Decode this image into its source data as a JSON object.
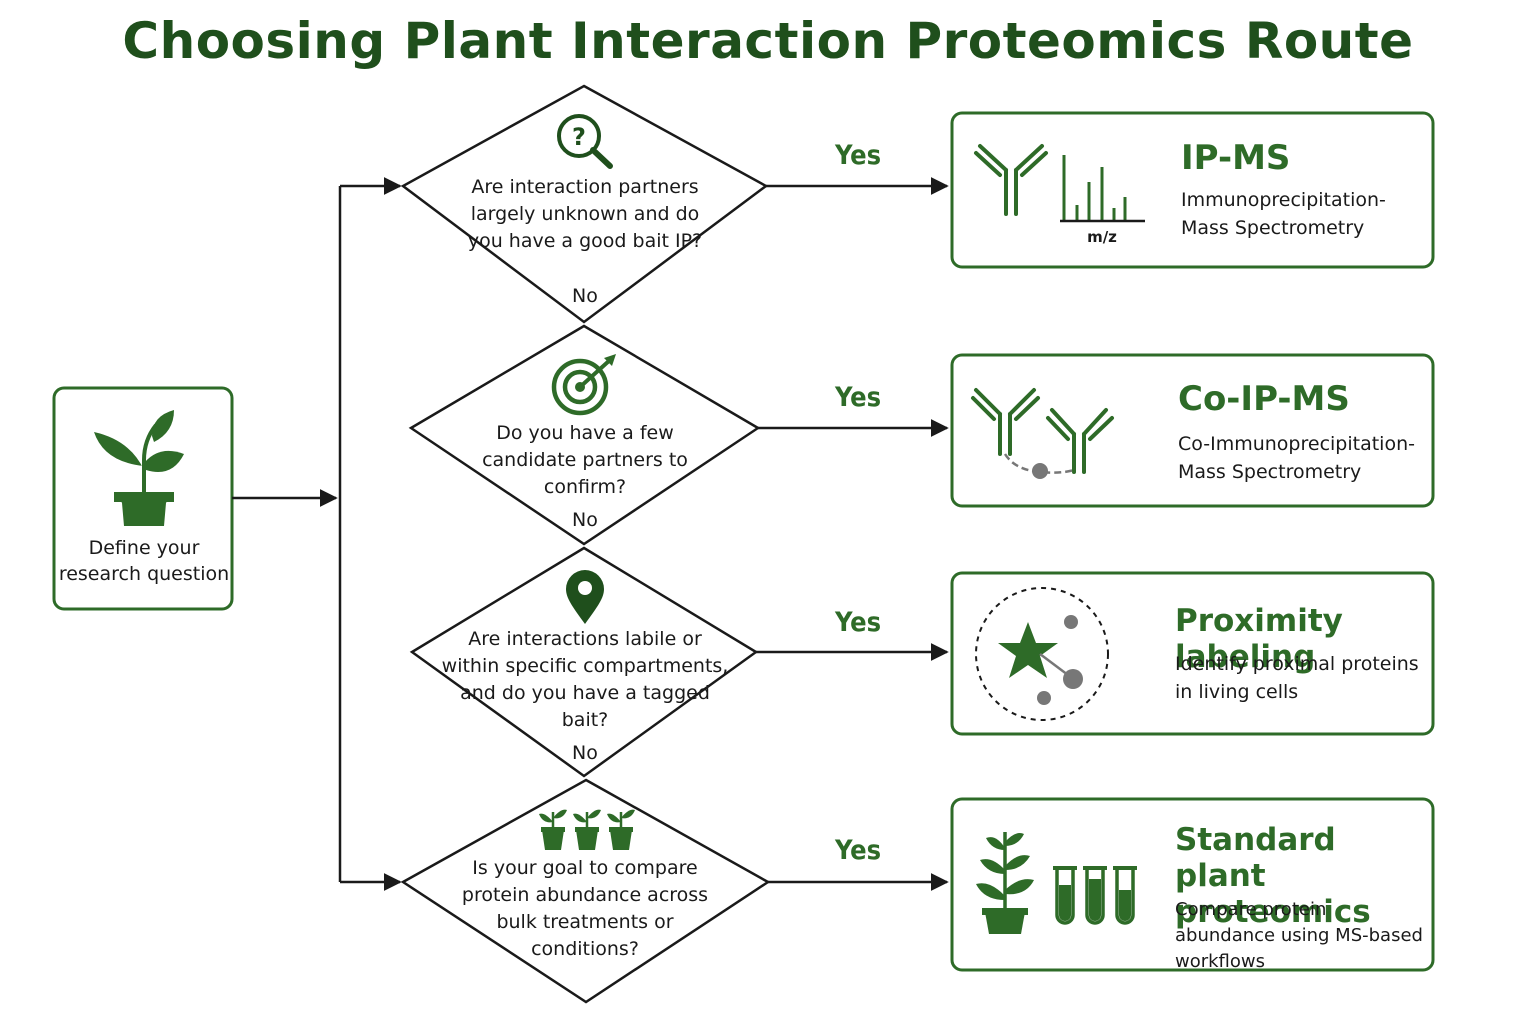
{
  "title": "Choosing Plant Interaction Proteomics Route",
  "start": {
    "label": "Define your research question",
    "icon": "plant-pot-icon"
  },
  "questions": [
    {
      "text": "Are interaction partners largely unknown and do you have a good bait IP?",
      "no": "No",
      "yes": "Yes",
      "icon": "question-magnifier-icon"
    },
    {
      "text": "Do you have a few candidate partners to confirm?",
      "no": "No",
      "yes": "Yes",
      "icon": "target-icon"
    },
    {
      "text": "Are interactions labile or within specific compartments, and do you have a tagged bait?",
      "no": "No",
      "yes": "Yes",
      "icon": "location-pin-icon"
    },
    {
      "text": "Is your goal to compare protein abundance across bulk treatments or conditions?",
      "yes": "Yes",
      "icon": "three-plants-icon"
    }
  ],
  "methods": [
    {
      "title": "IP-MS",
      "desc": "Immunoprecipitation-Mass Spectrometry",
      "axis_label": "m/z",
      "icon": "antibody-spectrum-icon"
    },
    {
      "title": "Co-IP-MS",
      "desc": "Co-Immunoprecipitation-Mass Spectrometry",
      "icon": "antibody-pair-icon"
    },
    {
      "title": "Proximity labeling",
      "desc": "Identify proximal proteins in living cells",
      "icon": "star-proximity-icon"
    },
    {
      "title": "Standard plant proteomics",
      "desc": "Compare protein abundance using MS-based workflows",
      "icon": "plant-tubes-icon"
    }
  ],
  "colors": {
    "accent": "#2e6b28",
    "dark_green": "#1f4f1c",
    "border": "#2e6b28",
    "line": "#1a1a1a",
    "gray": "#777777"
  }
}
